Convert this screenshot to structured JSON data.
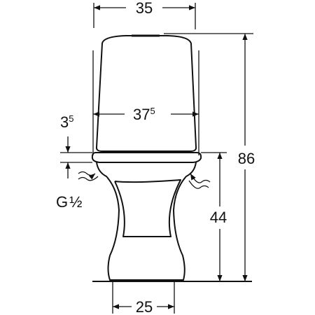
{
  "dimensions": {
    "top_width": {
      "main": "35"
    },
    "inner_width": {
      "main": "37",
      "sup": "5"
    },
    "seat_gap": {
      "main": "3",
      "sup": "5"
    },
    "thread": {
      "main": "G",
      "fraction": "½"
    },
    "total_height": {
      "main": "86"
    },
    "seat_height": {
      "main": "44"
    },
    "base_width": {
      "main": "25"
    }
  },
  "colors": {
    "line": "#111111",
    "background": "#ffffff"
  }
}
